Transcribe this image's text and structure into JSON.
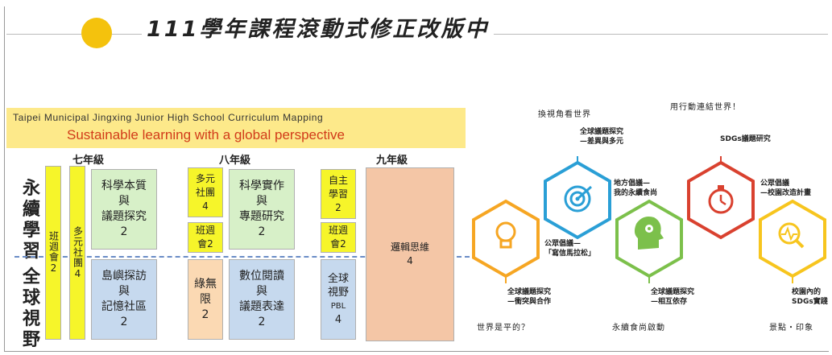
{
  "title": "111學年課程滾動式修正改版中",
  "banner": {
    "line1": "Taipei Municipal Jingxing Junior High School Curriculum Mapping",
    "line2": "Sustainable learning with a global perspective"
  },
  "grades": [
    "七年級",
    "八年級",
    "九年級"
  ],
  "side_labels": {
    "top": "永續學習",
    "bottom": "全球視野"
  },
  "g7": {
    "class_meeting": "班週會2",
    "club": "多元社團4",
    "science": [
      "科學本質",
      "與",
      "議題探究",
      "2"
    ],
    "island": [
      "島嶼探訪",
      "與",
      "記憶社區",
      "2"
    ]
  },
  "g8": {
    "club": [
      "多元",
      "社團",
      "4"
    ],
    "class_meeting": [
      "班週",
      "會2"
    ],
    "unlimited": [
      "綠無",
      "限",
      "2"
    ],
    "science": [
      "科學實作",
      "與",
      "專題研究",
      "2"
    ],
    "digital": [
      "數位閱讀",
      "與",
      "議題表達",
      "2"
    ]
  },
  "g9": {
    "self_study": [
      "自主",
      "學習",
      "2"
    ],
    "class_meeting": [
      "班週",
      "會2"
    ],
    "global": [
      "全球",
      "視野",
      "PBL",
      "4"
    ],
    "logic": [
      "邏輯思維",
      "4"
    ]
  },
  "diagram": {
    "top_labels": [
      "換視角看世界",
      "用行動連結世界！"
    ],
    "bottom_labels": [
      "世界是平的？",
      "永續食尚啟動",
      "景點・印象"
    ],
    "nodes": [
      [
        "全球議題探究",
        "—衝突與合作"
      ],
      [
        "全球議題探究",
        "—差異與多元"
      ],
      [
        "公眾倡議—",
        "「寫信馬拉松」"
      ],
      [
        "地方倡議—",
        "我的永續食尚"
      ],
      [
        "全球議題探究",
        "—相互依存"
      ],
      [
        "SDGs議題研究"
      ],
      [
        "公眾倡議",
        "—校園改造計畫"
      ],
      [
        "校園內的",
        "SDGs實踐"
      ]
    ],
    "colors": {
      "orange": "#f6a623",
      "blue": "#2a9fd6",
      "green": "#7cc04b",
      "red": "#d9412f",
      "yellow": "#f7c51e"
    }
  }
}
